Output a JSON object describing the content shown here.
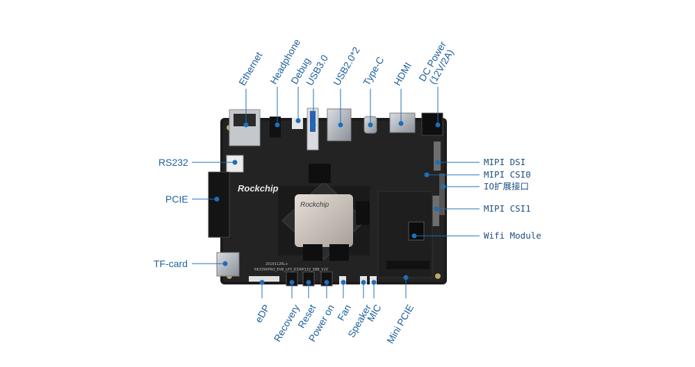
{
  "accent_color": "#1d6fb8",
  "board": {
    "vendor_logo": "Rockchip",
    "chip_logo": "Rockchip",
    "silkscreen": "2019112RL+",
    "model_text": "RK3399PRO_EVB_LP3_D3/RP132_SBB_V10"
  },
  "labels": {
    "top": [
      "Ethernet",
      "Headphone",
      "Debug",
      "USB3.0",
      "USB2.0*2",
      "Type-C",
      "HDMI",
      "DC Power",
      "(12V/2A)"
    ],
    "left": [
      "RS232",
      "PCIE",
      "TF-card"
    ],
    "right": [
      "MIPI DSI",
      "MIPI CSI0",
      "IO扩展接口",
      "MIPI CSI1",
      "Wifi Module"
    ],
    "bottom": [
      "eDP",
      "Recovery",
      "Reset",
      "Power on",
      "Fan",
      "Speaker",
      "MIC",
      "Mini PCIE"
    ]
  }
}
